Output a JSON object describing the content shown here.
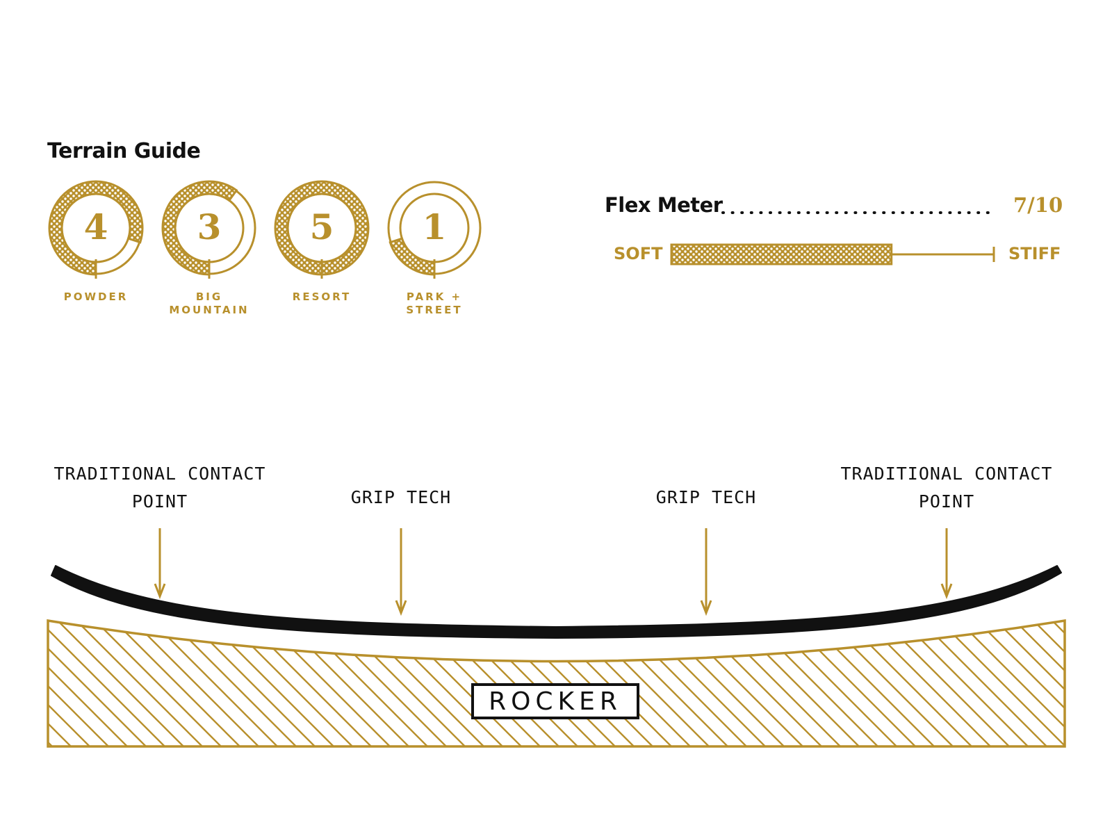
{
  "terrain_guide": {
    "title": "Terrain Guide",
    "badges": [
      {
        "value": 4,
        "max": 5,
        "label_lines": [
          "POWDER"
        ]
      },
      {
        "value": 3,
        "max": 5,
        "label_lines": [
          "BIG",
          "MOUNTAIN"
        ]
      },
      {
        "value": 5,
        "max": 5,
        "label_lines": [
          "RESORT"
        ]
      },
      {
        "value": 1,
        "max": 5,
        "label_lines": [
          "PARK +",
          "STREET"
        ]
      }
    ]
  },
  "flex_meter": {
    "title": "Flex Meter",
    "value_text": "7/10",
    "value": 7,
    "max": 10,
    "soft_label": "SOFT",
    "stiff_label": "STIFF"
  },
  "profile": {
    "callouts": [
      {
        "lines": [
          "TRADITIONAL CONTACT",
          "POINT"
        ]
      },
      {
        "lines": [
          "GRIP TECH"
        ]
      },
      {
        "lines": [
          "GRIP TECH"
        ]
      },
      {
        "lines": [
          "TRADITIONAL CONTACT",
          "POINT"
        ]
      }
    ],
    "type_label": "ROCKER"
  },
  "colors": {
    "gold": "#b8902c",
    "black": "#111111",
    "white": "#ffffff"
  }
}
